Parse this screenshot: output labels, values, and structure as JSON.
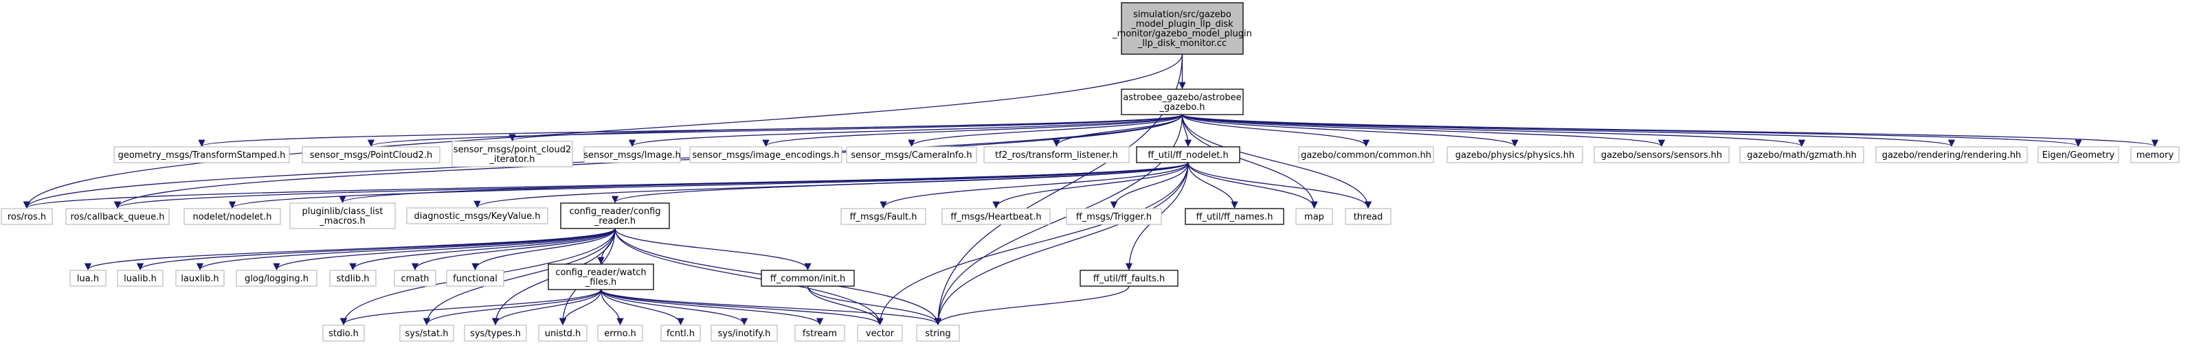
{
  "colors": {
    "edge": "#191970",
    "root_fill": "#bfbfbf",
    "root_stroke": "#000000",
    "local_fill": "#ffffff",
    "local_stroke": "#000000",
    "external_fill": "#ffffff",
    "external_stroke": "#bfbfbf",
    "text": "#000000"
  },
  "nodes": [
    {
      "id": "root",
      "kind": "root",
      "lines": [
        "simulation/src/gazebo",
        "_model_plugin_llp_disk",
        "_monitor/gazebo_model_plugin",
        "_llp_disk_monitor.cc"
      ]
    },
    {
      "id": "astrobee",
      "kind": "local",
      "lines": [
        "astrobee_gazebo/astrobee",
        "_gazebo.h"
      ]
    },
    {
      "id": "ros",
      "kind": "external",
      "lines": [
        "ros/ros.h"
      ]
    },
    {
      "id": "cbq",
      "kind": "external",
      "lines": [
        "ros/callback_queue.h"
      ]
    },
    {
      "id": "gm_tf",
      "kind": "external",
      "lines": [
        "geometry_msgs/TransformStamped.h"
      ]
    },
    {
      "id": "pc2",
      "kind": "external",
      "lines": [
        "sensor_msgs/PointCloud2.h"
      ]
    },
    {
      "id": "pc2it",
      "kind": "external",
      "lines": [
        "sensor_msgs/point_cloud2",
        "_iterator.h"
      ]
    },
    {
      "id": "img",
      "kind": "external",
      "lines": [
        "sensor_msgs/Image.h"
      ]
    },
    {
      "id": "imgenc",
      "kind": "external",
      "lines": [
        "sensor_msgs/image_encodings.h"
      ]
    },
    {
      "id": "caminfo",
      "kind": "external",
      "lines": [
        "sensor_msgs/CameraInfo.h"
      ]
    },
    {
      "id": "tf2",
      "kind": "external",
      "lines": [
        "tf2_ros/transform_listener.h"
      ]
    },
    {
      "id": "ffnodelet",
      "kind": "local",
      "lines": [
        "ff_util/ff_nodelet.h"
      ]
    },
    {
      "id": "gz_common",
      "kind": "external",
      "lines": [
        "gazebo/common/common.hh"
      ]
    },
    {
      "id": "gz_phys",
      "kind": "external",
      "lines": [
        "gazebo/physics/physics.hh"
      ]
    },
    {
      "id": "gz_sens",
      "kind": "external",
      "lines": [
        "gazebo/sensors/sensors.hh"
      ]
    },
    {
      "id": "gz_math",
      "kind": "external",
      "lines": [
        "gazebo/math/gzmath.hh"
      ]
    },
    {
      "id": "gz_rend",
      "kind": "external",
      "lines": [
        "gazebo/rendering/rendering.hh"
      ]
    },
    {
      "id": "eigen",
      "kind": "external",
      "lines": [
        "Eigen/Geometry"
      ]
    },
    {
      "id": "memory",
      "kind": "external",
      "lines": [
        "memory"
      ]
    },
    {
      "id": "nodelet",
      "kind": "external",
      "lines": [
        "nodelet/nodelet.h"
      ]
    },
    {
      "id": "pluginlib",
      "kind": "external",
      "lines": [
        "pluginlib/class_list",
        "_macros.h"
      ]
    },
    {
      "id": "diag",
      "kind": "external",
      "lines": [
        "diagnostic_msgs/KeyValue.h"
      ]
    },
    {
      "id": "cfgreader",
      "kind": "local",
      "lines": [
        "config_reader/config",
        "_reader.h"
      ]
    },
    {
      "id": "fault",
      "kind": "external",
      "lines": [
        "ff_msgs/Fault.h"
      ]
    },
    {
      "id": "heartbeat",
      "kind": "external",
      "lines": [
        "ff_msgs/Heartbeat.h"
      ]
    },
    {
      "id": "trigger",
      "kind": "external",
      "lines": [
        "ff_msgs/Trigger.h"
      ]
    },
    {
      "id": "ffnames",
      "kind": "local",
      "lines": [
        "ff_util/ff_names.h"
      ]
    },
    {
      "id": "map",
      "kind": "external",
      "lines": [
        "map"
      ]
    },
    {
      "id": "thread",
      "kind": "external",
      "lines": [
        "thread"
      ]
    },
    {
      "id": "lua",
      "kind": "external",
      "lines": [
        "lua.h"
      ]
    },
    {
      "id": "lualib",
      "kind": "external",
      "lines": [
        "lualib.h"
      ]
    },
    {
      "id": "lauxlib",
      "kind": "external",
      "lines": [
        "lauxlib.h"
      ]
    },
    {
      "id": "glog",
      "kind": "external",
      "lines": [
        "glog/logging.h"
      ]
    },
    {
      "id": "stdlib",
      "kind": "external",
      "lines": [
        "stdlib.h"
      ]
    },
    {
      "id": "watch",
      "kind": "local",
      "lines": [
        "config_reader/watch",
        "_files.h"
      ]
    },
    {
      "id": "cmath",
      "kind": "external",
      "lines": [
        "cmath"
      ]
    },
    {
      "id": "functional",
      "kind": "external",
      "lines": [
        "functional"
      ]
    },
    {
      "id": "ffcommon",
      "kind": "local",
      "lines": [
        "ff_common/init.h"
      ]
    },
    {
      "id": "fffaults",
      "kind": "local",
      "lines": [
        "ff_util/ff_faults.h"
      ]
    },
    {
      "id": "stdio",
      "kind": "external",
      "lines": [
        "stdio.h"
      ]
    },
    {
      "id": "sysstat",
      "kind": "external",
      "lines": [
        "sys/stat.h"
      ]
    },
    {
      "id": "systypes",
      "kind": "external",
      "lines": [
        "sys/types.h"
      ]
    },
    {
      "id": "unistd",
      "kind": "external",
      "lines": [
        "unistd.h"
      ]
    },
    {
      "id": "errno",
      "kind": "external",
      "lines": [
        "errno.h"
      ]
    },
    {
      "id": "fcntl",
      "kind": "external",
      "lines": [
        "fcntl.h"
      ]
    },
    {
      "id": "inotify",
      "kind": "external",
      "lines": [
        "sys/inotify.h"
      ]
    },
    {
      "id": "fstream",
      "kind": "external",
      "lines": [
        "fstream"
      ]
    },
    {
      "id": "vector",
      "kind": "external",
      "lines": [
        "vector"
      ]
    },
    {
      "id": "string",
      "kind": "external",
      "lines": [
        "string"
      ]
    }
  ],
  "edges": [
    [
      "root",
      "astrobee"
    ],
    [
      "root",
      "ros"
    ],
    [
      "root",
      "string"
    ],
    [
      "astrobee",
      "ros"
    ],
    [
      "astrobee",
      "cbq"
    ],
    [
      "astrobee",
      "gm_tf"
    ],
    [
      "astrobee",
      "pc2"
    ],
    [
      "astrobee",
      "pc2it"
    ],
    [
      "astrobee",
      "img"
    ],
    [
      "astrobee",
      "imgenc"
    ],
    [
      "astrobee",
      "caminfo"
    ],
    [
      "astrobee",
      "tf2"
    ],
    [
      "astrobee",
      "ffnodelet"
    ],
    [
      "astrobee",
      "gz_common"
    ],
    [
      "astrobee",
      "gz_phys"
    ],
    [
      "astrobee",
      "gz_sens"
    ],
    [
      "astrobee",
      "gz_math"
    ],
    [
      "astrobee",
      "gz_rend"
    ],
    [
      "astrobee",
      "eigen"
    ],
    [
      "astrobee",
      "memory"
    ],
    [
      "astrobee",
      "thread"
    ],
    [
      "astrobee",
      "map"
    ],
    [
      "astrobee",
      "string"
    ],
    [
      "ffnodelet",
      "ros"
    ],
    [
      "ffnodelet",
      "cbq"
    ],
    [
      "ffnodelet",
      "nodelet"
    ],
    [
      "ffnodelet",
      "pluginlib"
    ],
    [
      "ffnodelet",
      "diag"
    ],
    [
      "ffnodelet",
      "cfgreader"
    ],
    [
      "ffnodelet",
      "fault"
    ],
    [
      "ffnodelet",
      "heartbeat"
    ],
    [
      "ffnodelet",
      "trigger"
    ],
    [
      "ffnodelet",
      "ffnames"
    ],
    [
      "ffnodelet",
      "map"
    ],
    [
      "ffnodelet",
      "thread"
    ],
    [
      "ffnodelet",
      "fffaults"
    ],
    [
      "ffnodelet",
      "vector"
    ],
    [
      "ffnodelet",
      "string"
    ],
    [
      "cfgreader",
      "lua"
    ],
    [
      "cfgreader",
      "lualib"
    ],
    [
      "cfgreader",
      "lauxlib"
    ],
    [
      "cfgreader",
      "glog"
    ],
    [
      "cfgreader",
      "stdlib"
    ],
    [
      "cfgreader",
      "watch"
    ],
    [
      "cfgreader",
      "cmath"
    ],
    [
      "cfgreader",
      "functional"
    ],
    [
      "cfgreader",
      "ffcommon"
    ],
    [
      "cfgreader",
      "stdio"
    ],
    [
      "cfgreader",
      "sysstat"
    ],
    [
      "cfgreader",
      "systypes"
    ],
    [
      "cfgreader",
      "unistd"
    ],
    [
      "cfgreader",
      "vector"
    ],
    [
      "cfgreader",
      "string"
    ],
    [
      "watch",
      "stdio"
    ],
    [
      "watch",
      "sysstat"
    ],
    [
      "watch",
      "systypes"
    ],
    [
      "watch",
      "unistd"
    ],
    [
      "watch",
      "errno"
    ],
    [
      "watch",
      "fcntl"
    ],
    [
      "watch",
      "inotify"
    ],
    [
      "watch",
      "fstream"
    ],
    [
      "watch",
      "vector"
    ],
    [
      "watch",
      "string"
    ],
    [
      "ffcommon",
      "vector"
    ],
    [
      "ffcommon",
      "string"
    ],
    [
      "fffaults",
      "string"
    ]
  ]
}
